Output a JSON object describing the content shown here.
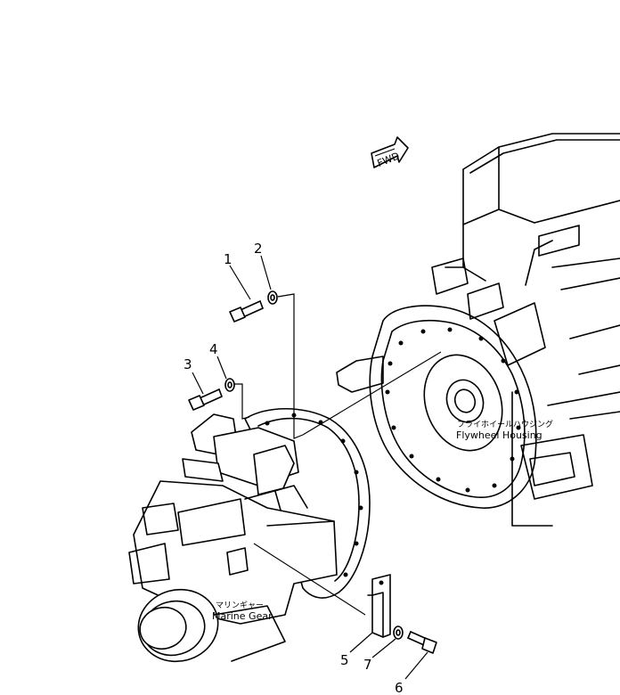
{
  "fwd_label": "FWD",
  "flywheel_housing": {
    "label_jp": "フライホイールハウジング",
    "label_en": "Flywheel  Housing"
  },
  "marine_gear": {
    "label_jp": "マリンギャー",
    "label_en": "Marine  Gear"
  },
  "callouts": [
    "1",
    "2",
    "3",
    "4",
    "5",
    "6",
    "7"
  ]
}
